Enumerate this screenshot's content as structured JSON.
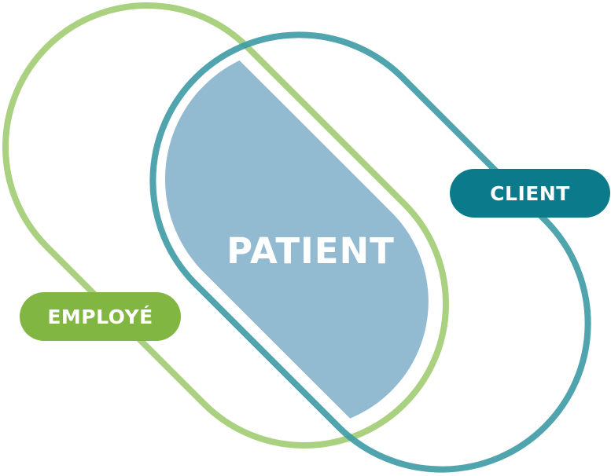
{
  "labels": {
    "employe": "EMPLOYÉ",
    "client": "CLIENT",
    "patient": "PATIENT"
  },
  "colors": {
    "employe_stroke": "#a5cf78",
    "client_stroke": "#4aa3ac",
    "employe_badge": "#82b642",
    "client_badge": "#0b7a8a",
    "patient_fill": "#92bad0"
  }
}
